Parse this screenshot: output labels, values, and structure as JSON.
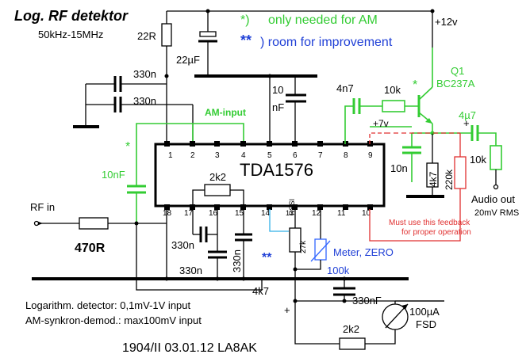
{
  "title": "Log. RF detektor",
  "freq_range": "50kHz-15MHz",
  "notes": {
    "star_note": "only needed for AM",
    "star_mark": "*)",
    "dstar_note": ") room for improvement",
    "dstar_mark": "**"
  },
  "supply": "+12v",
  "ic": {
    "name": "TDA1576",
    "rssi_label": "RSSI",
    "pins_top": [
      "1",
      "2",
      "3",
      "4",
      "5",
      "6",
      "7",
      "8",
      "9"
    ],
    "pins_bottom": [
      "18",
      "17",
      "16",
      "15",
      "14",
      "13",
      "12",
      "11",
      "10"
    ]
  },
  "components": {
    "r_22r": "22R",
    "c_22uf": "22µF",
    "c_330n_a": "330n",
    "c_330n_b": "330n",
    "c_10nf": "10",
    "c_10nf_unit": "nF",
    "am_input": "AM-input",
    "star": "*",
    "c_10nf_green": "10nF",
    "rf_in": "RF in",
    "r_470r": "470R",
    "r_2k2_ic": "2k2",
    "c_330n_c": "330n",
    "c_330n_d": "330n",
    "c_330n_e": "330n",
    "r_4k7_bottom": "4k7",
    "c_4n7": "4n7",
    "r_10k_base": "10k",
    "v_7v": "+7v",
    "q1": "Q1",
    "q1_type": "BC237A",
    "c_4u7": "4µ7",
    "c_10n_emitter": "10n",
    "r_4k7_emitter": "4k7",
    "r_220k": "220k",
    "r_10k_out": "10k",
    "audio_out": "Audio out",
    "audio_level": "20mV RMS",
    "feedback_note_1": "Must use this feedback",
    "feedback_note_2": "for proper operation",
    "r_27k": "27k",
    "meter_zero": "Meter, ZERO",
    "pot_100k": "100k",
    "c_330nf": "330nF",
    "meter_100ua": "100µA",
    "meter_fsd": "FSD",
    "r_2k2_meter": "2k2",
    "plus_sign": "+"
  },
  "specs": {
    "line1": "Logarithm. detector: 0,1mV-1V input",
    "line2": "AM-synkron-demod.: max100mV input"
  },
  "footer": "1904/II 03.01.12 LA8AK",
  "colors": {
    "green": "#33cc33",
    "blue": "#1f3fd6",
    "red": "#e03030",
    "cyan": "#33b0e8"
  }
}
